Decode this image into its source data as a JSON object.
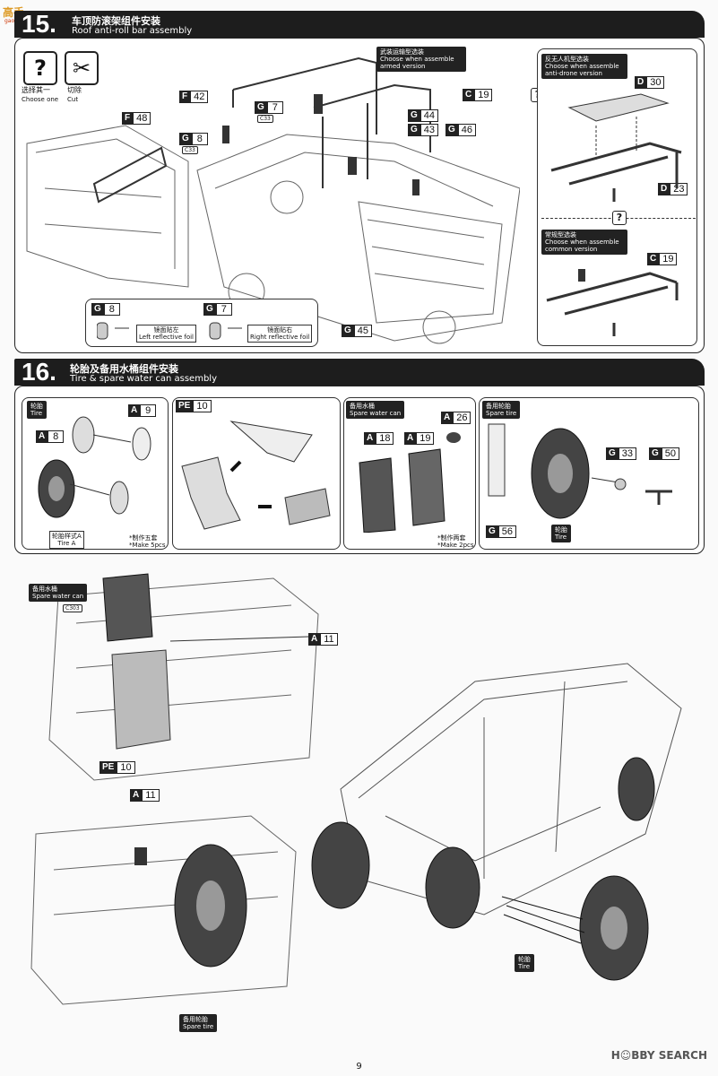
{
  "logo": {
    "text": "高手",
    "sub": "gao-shou.com"
  },
  "step15": {
    "number": "15.",
    "title_zh": "车顶防滚架组件安装",
    "title_en": "Roof anti-roll bar assembly",
    "legend": {
      "choose_zh": "选择其一",
      "choose_en": "Choose one",
      "cut_zh": "切除",
      "cut_en": "Cut"
    },
    "armed_note": {
      "zh": "武装运输型选装",
      "en1": "Choose when assemble",
      "en2": "armed version"
    },
    "drone_note": {
      "zh": "反无人机型选装",
      "en1": "Choose when assemble",
      "en2": "anti-drone version"
    },
    "common_note": {
      "zh": "常规型选装",
      "en1": "Choose when assemble",
      "en2": "common version"
    },
    "foil_left": {
      "zh": "镜面贴左",
      "en": "Left reflective foil"
    },
    "foil_right": {
      "zh": "镜面贴右",
      "en": "Right reflective foil"
    },
    "badge_c33": "C33",
    "parts": {
      "F42": {
        "l": "F",
        "n": "42"
      },
      "F48": {
        "l": "F",
        "n": "48"
      },
      "G7": {
        "l": "G",
        "n": "7"
      },
      "G8": {
        "l": "G",
        "n": "8"
      },
      "G44": {
        "l": "G",
        "n": "44"
      },
      "G43": {
        "l": "G",
        "n": "43"
      },
      "G46": {
        "l": "G",
        "n": "46"
      },
      "C19": {
        "l": "C",
        "n": "19"
      },
      "D30": {
        "l": "D",
        "n": "30"
      },
      "D23": {
        "l": "D",
        "n": "23"
      },
      "G45": {
        "l": "G",
        "n": "45"
      }
    }
  },
  "step16": {
    "number": "16.",
    "title_zh": "轮胎及备用水桶组件安装",
    "title_en": "Tire & spare water can assembly",
    "tire": {
      "zh": "轮胎",
      "en": "Tire"
    },
    "tireA": {
      "zh": "轮胎样式A",
      "en": "Tire A"
    },
    "make5": {
      "zh": "*制作五套",
      "en": "*Make 5pcs"
    },
    "water": {
      "zh": "备用水桶",
      "en": "Spare water can"
    },
    "make2": {
      "zh": "*制作两套",
      "en": "*Make 2pcs"
    },
    "spare": {
      "zh": "备用轮胎",
      "en": "Spare tire"
    },
    "badge_c303": "C303",
    "parts": {
      "A9": {
        "l": "A",
        "n": "9"
      },
      "A8": {
        "l": "A",
        "n": "8"
      },
      "PE10": {
        "l": "PE",
        "n": "10"
      },
      "A26": {
        "l": "A",
        "n": "26"
      },
      "A18": {
        "l": "A",
        "n": "18"
      },
      "A19": {
        "l": "A",
        "n": "19"
      },
      "G33": {
        "l": "G",
        "n": "33"
      },
      "G50": {
        "l": "G",
        "n": "50"
      },
      "G56": {
        "l": "G",
        "n": "56"
      },
      "A11": {
        "l": "A",
        "n": "11"
      }
    }
  },
  "page_number": "9",
  "watermark": "H☺BBY SEARCH"
}
